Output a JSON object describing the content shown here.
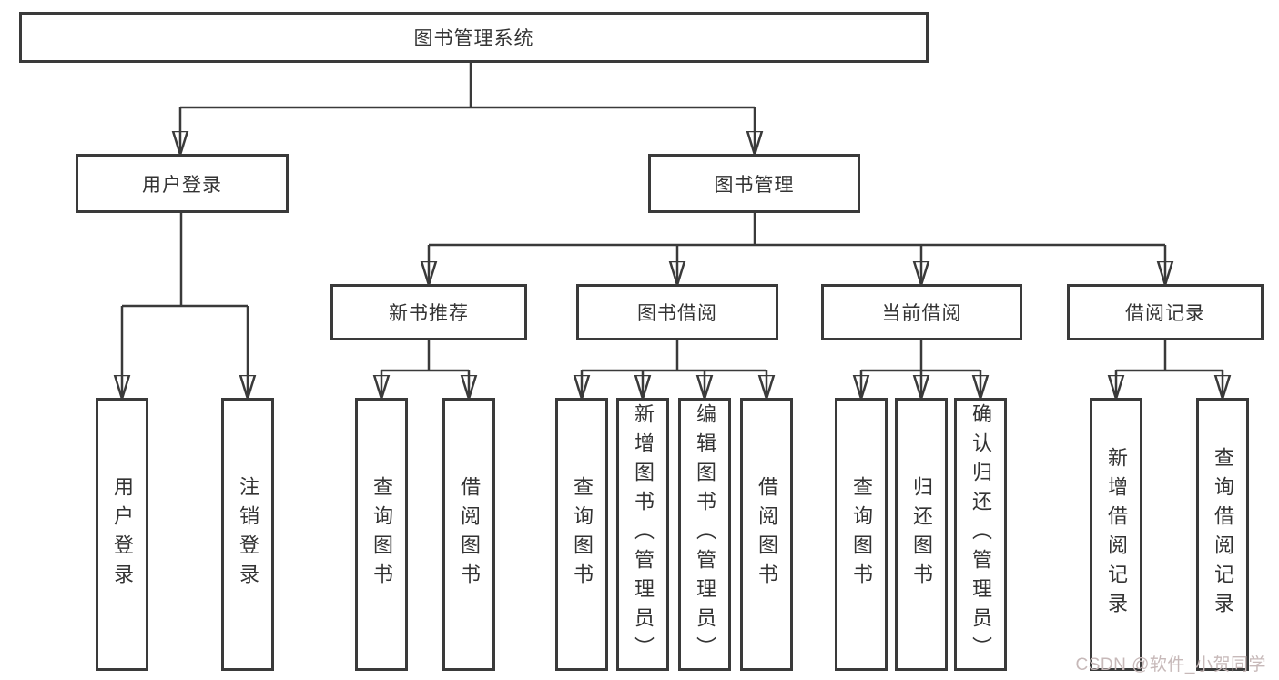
{
  "title": "图书管理系统",
  "watermark": "CSDN @软件_小贺同学",
  "colors": {
    "line": "#3a3a3a",
    "text": "#333333",
    "box_bg": "#ffffff",
    "watermark": "#c7b9b9"
  },
  "tree": {
    "root": "图书管理系统",
    "user_login": {
      "label": "用户登录",
      "children": [
        "用户登录",
        "注销登录"
      ]
    },
    "book_mgmt": {
      "label": "图书管理",
      "groups": [
        {
          "label": "新书推荐",
          "children": [
            "查询图书",
            "借阅图书"
          ]
        },
        {
          "label": "图书借阅",
          "children": [
            "查询图书",
            "新增图书（管理员）",
            "编辑图书（管理员）",
            "借阅图书"
          ]
        },
        {
          "label": "当前借阅",
          "children": [
            "查询图书",
            "归还图书",
            "确认归还（管理员）"
          ]
        },
        {
          "label": "借阅记录",
          "children": [
            "新增借阅记录",
            "查询借阅记录"
          ]
        }
      ]
    }
  }
}
